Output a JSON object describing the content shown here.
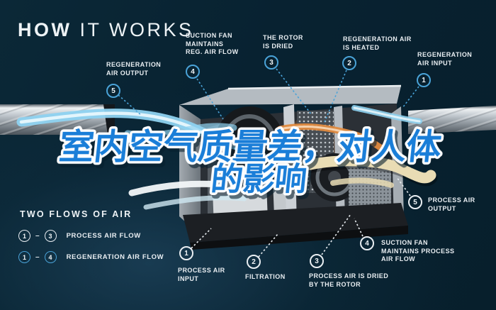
{
  "title": {
    "bold": "HOW",
    "light": " IT WORKS"
  },
  "overlay": {
    "line1": "室内空气质量差，对人体",
    "line2": "的影响"
  },
  "colors": {
    "background": "#08222f",
    "accent_blue": "#4aa3d8",
    "label_white": "#e9eef2",
    "overlay_blue": "#1a7ed8",
    "stream_blue": "#8ed2f0",
    "stream_orange": "#e08a3f",
    "stream_cream": "#e9dcb4"
  },
  "callouts_top": [
    {
      "num": "5",
      "lines": [
        "REGENERATION",
        "AIR OUTPUT"
      ]
    },
    {
      "num": "4",
      "lines": [
        "SUCTION FAN",
        "MAINTAINS",
        "REG. AIR FLOW"
      ]
    },
    {
      "num": "3",
      "lines": [
        "THE ROTOR",
        "IS DRIED"
      ]
    },
    {
      "num": "2",
      "lines": [
        "REGENERATION AIR",
        "IS HEATED"
      ]
    },
    {
      "num": "1",
      "lines": [
        "REGENERATION",
        "AIR INPUT"
      ]
    }
  ],
  "callout_right": {
    "num": "5",
    "lines": [
      "PROCESS AIR",
      "OUTPUT"
    ]
  },
  "callouts_bottom": [
    {
      "num": "1",
      "lines": [
        "PROCESS AIR",
        "INPUT"
      ]
    },
    {
      "num": "2",
      "lines": [
        "FILTRATION"
      ]
    },
    {
      "num": "3",
      "lines": [
        "PROCESS AIR IS DRIED",
        "BY THE ROTOR"
      ]
    },
    {
      "num": "4",
      "lines": [
        "SUCTION FAN",
        "MAINTAINS PROCESS",
        "AIR FLOW"
      ]
    }
  ],
  "legend": {
    "heading": "TWO FLOWS OF AIR",
    "rows": [
      {
        "from": "1",
        "dash": "–",
        "to": "3",
        "label": "PROCESS AIR FLOW",
        "style": "white"
      },
      {
        "from": "1",
        "dash": "–",
        "to": "4",
        "label": "REGENERATION AIR FLOW",
        "style": "blue"
      }
    ]
  }
}
